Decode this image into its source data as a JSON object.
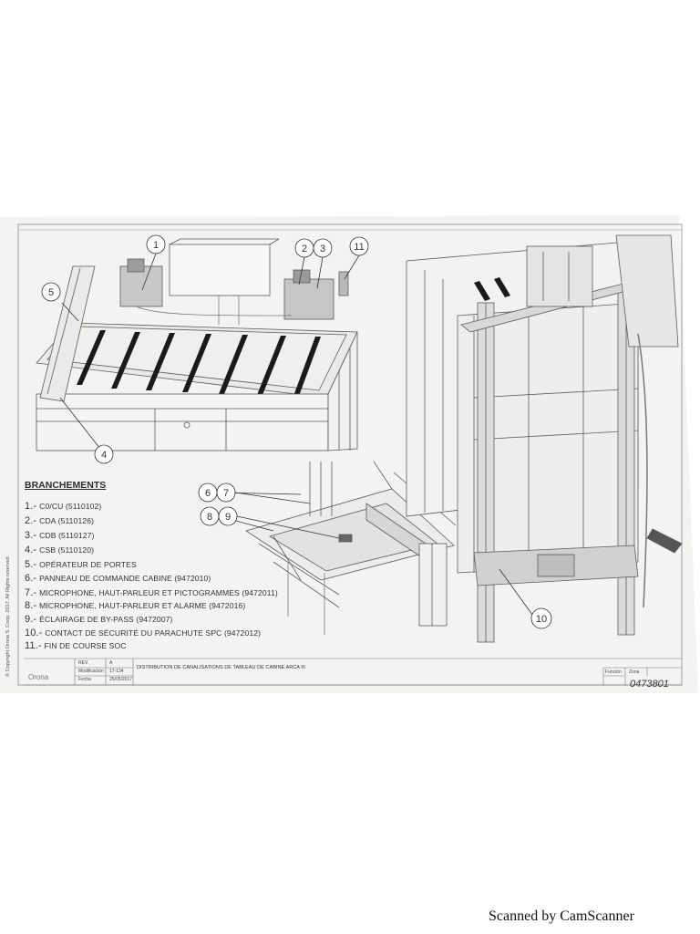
{
  "legend": {
    "title": "BRANCHEMENTS",
    "items": [
      {
        "num": "1.-",
        "text": "C0/CU (5110102)"
      },
      {
        "num": "2.-",
        "text": "CDA (5110126)"
      },
      {
        "num": "3.-",
        "text": "CDB (5110127)"
      },
      {
        "num": "4.-",
        "text": "CSB (5110120)"
      },
      {
        "num": "5.-",
        "text": "OPÉRATEUR DE PORTES"
      },
      {
        "num": "6.-",
        "text": "PANNEAU DE COMMANDE CABINE (9472010)"
      },
      {
        "num": "7.-",
        "text": "MICROPHONE, HAUT-PARLEUR ET PICTOGRAMMES (9472011)"
      },
      {
        "num": "8.-",
        "text": "MICROPHONE, HAUT-PARLEUR ET ALARME (9472016)"
      },
      {
        "num": "9.-",
        "text": "ÉCLAIRAGE DE BY-PASS (9472007)"
      },
      {
        "num": "10.-",
        "text": "CONTACT DE SÉCURITÉ DU PARACHUTE SPC (9472012)"
      },
      {
        "num": "11.-",
        "text": "FIN DE COURSE SOC"
      }
    ]
  },
  "callouts": {
    "c1": "1",
    "c2": "2",
    "c3": "3",
    "c4": "4",
    "c5": "5",
    "c6": "6",
    "c7": "7",
    "c8": "8",
    "c9": "9",
    "c10": "10",
    "c11": "11"
  },
  "title_block": {
    "rev_label": "REV.",
    "rev_value": "A",
    "mod_label": "Modificación",
    "mod_value": "17-134",
    "date_label": "Fecha",
    "date_value": "25/05/2017",
    "description": "DISTRIBUTION DE CANALISATIONS DE TABLEAU DE CABINE ARCA III",
    "function_label": "Función",
    "zone_label": "Zona",
    "drawing_number": "0473801"
  },
  "copyright": "© Copyright Orona S. Coop. 2017. All Rights reserved.",
  "company": "Orona",
  "scanner_watermark": "Scanned by CamScanner",
  "colors": {
    "paper": "#f4f4f4",
    "line": "#5a5a5a",
    "slot": "#1a1a1a"
  }
}
